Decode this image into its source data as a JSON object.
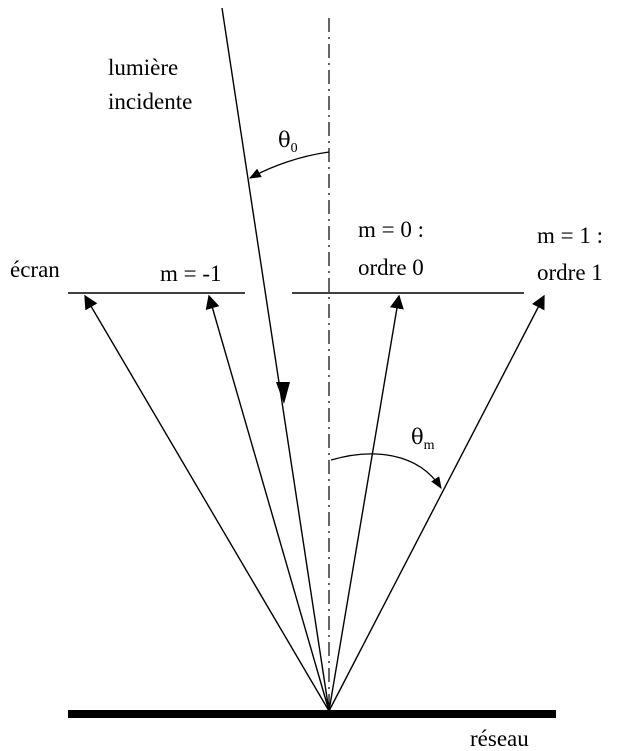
{
  "labels": {
    "incident_light_line1": "lumière",
    "incident_light_line2": "incidente",
    "theta0_symbol": "θ",
    "theta0_subscript": "0",
    "thetam_symbol": "θ",
    "thetam_subscript": "m",
    "screen": "écran",
    "order_minus1": "m = -1",
    "order0_line1": "m = 0 :",
    "order0_line2": "ordre 0",
    "order1_line1": "m = 1 :",
    "order1_line2": "ordre 1",
    "grating": "réseau"
  }
}
